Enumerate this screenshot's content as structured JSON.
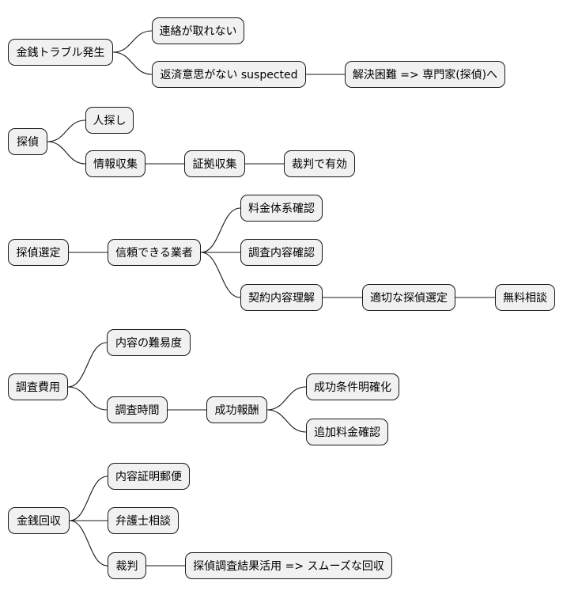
{
  "trees": [
    {
      "label": "金銭トラブル発生",
      "children": [
        {
          "label": "連絡が取れない"
        },
        {
          "label": "返済意思がない suspected",
          "children": [
            {
              "label": "解決困難 => 専門家(探偵)へ"
            }
          ]
        }
      ]
    },
    {
      "label": "探偵",
      "children": [
        {
          "label": "人探し"
        },
        {
          "label": "情報収集",
          "children": [
            {
              "label": "証拠収集",
              "children": [
                {
                  "label": "裁判で有効"
                }
              ]
            }
          ]
        }
      ]
    },
    {
      "label": "探偵選定",
      "children": [
        {
          "label": "信頼できる業者",
          "children": [
            {
              "label": "料金体系確認"
            },
            {
              "label": "調査内容確認"
            },
            {
              "label": "契約内容理解",
              "children": [
                {
                  "label": "適切な探偵選定",
                  "children": [
                    {
                      "label": "無料相談"
                    }
                  ]
                }
              ]
            }
          ]
        }
      ]
    },
    {
      "label": "調査費用",
      "children": [
        {
          "label": "内容の難易度"
        },
        {
          "label": "調査時間",
          "children": [
            {
              "label": "成功報酬",
              "children": [
                {
                  "label": "成功条件明確化"
                },
                {
                  "label": "追加料金確認"
                }
              ]
            }
          ]
        }
      ]
    },
    {
      "label": "金銭回収",
      "children": [
        {
          "label": "内容証明郵便"
        },
        {
          "label": "弁護士相談"
        },
        {
          "label": "裁判",
          "children": [
            {
              "label": "探偵調査結果活用 => スムーズな回収"
            }
          ]
        }
      ]
    }
  ]
}
